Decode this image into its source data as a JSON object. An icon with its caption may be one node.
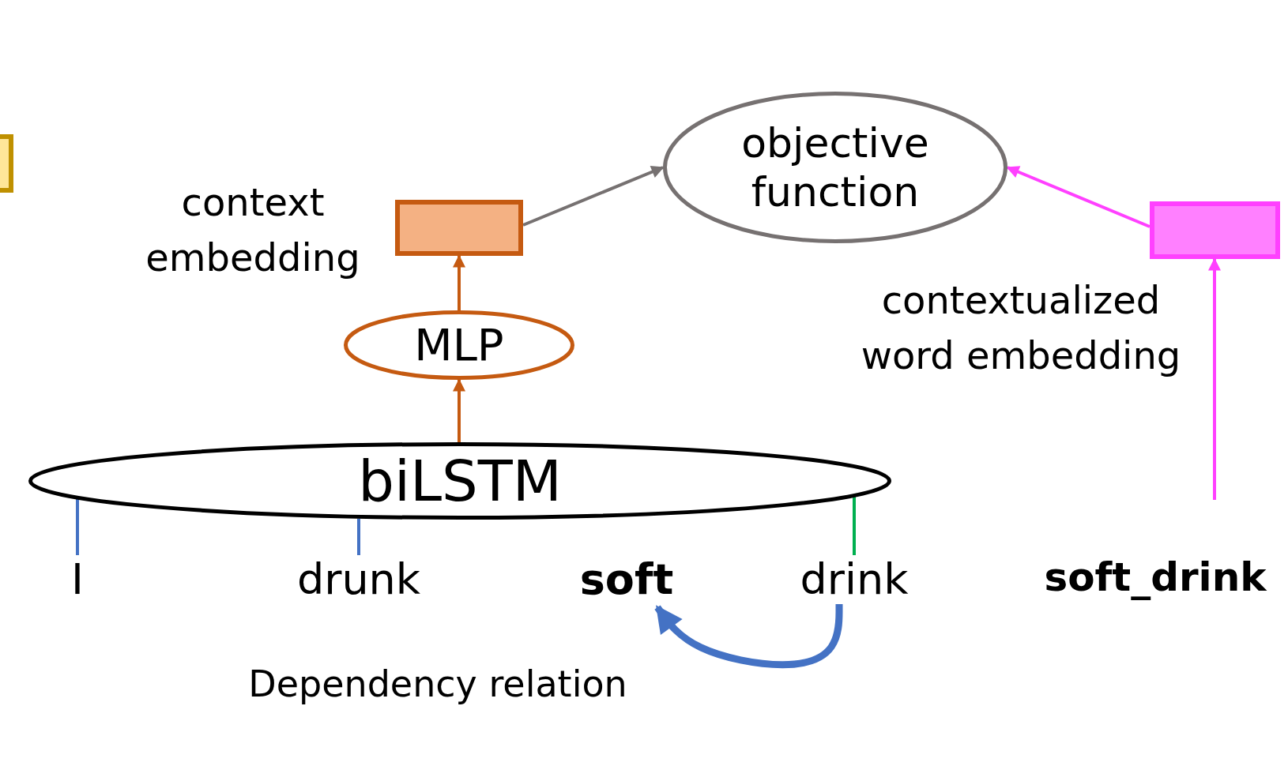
{
  "diagram": {
    "nodes": [
      {
        "text": [],
        "shape": "box"
      },
      {
        "text": [
          "objective function"
        ]
      },
      {
        "text": [],
        "shape": "box",
        "beside": [
          "context embedding"
        ]
      },
      {
        "text": [
          "MLP"
        ]
      },
      {
        "text": [
          "biLSTM"
        ]
      },
      {
        "text": [],
        "shape": "box",
        "beside": [
          "contextualized word embedding"
        ]
      },
      {
        "text": [
          "I"
        ]
      },
      {
        "text": [
          "drunk"
        ]
      },
      {
        "text": [
          "soft"
        ]
      },
      {
        "text": [
          "drink"
        ]
      },
      {
        "text": [
          "soft_drink"
        ]
      }
    ],
    "edges": [
      {
        "from": 4,
        "to": 3,
        "arrow": "to",
        "color": "#c55a11"
      },
      {
        "from": 3,
        "to": 2,
        "arrow": "to",
        "color": "#c55a11"
      },
      {
        "from": 2,
        "to": 1,
        "arrow": "to",
        "color": "#767171"
      },
      {
        "from": 5,
        "to": 1,
        "arrow": "to",
        "color": "#ff40ff"
      },
      {
        "from": 10,
        "to": 5,
        "arrow": "to",
        "color": "#ff40ff"
      },
      {
        "from": 6,
        "to": 4,
        "arrow": "none",
        "color": "#4472c4"
      },
      {
        "from": 7,
        "to": 4,
        "arrow": "none",
        "color": "#4472c4"
      },
      {
        "from": 9,
        "to": 4,
        "arrow": "none",
        "color": "#00b050"
      },
      {
        "from": 9,
        "to": 8,
        "arrow": "to",
        "label": "Dependency relation",
        "style": "thick",
        "color": "#4472c4"
      }
    ]
  }
}
